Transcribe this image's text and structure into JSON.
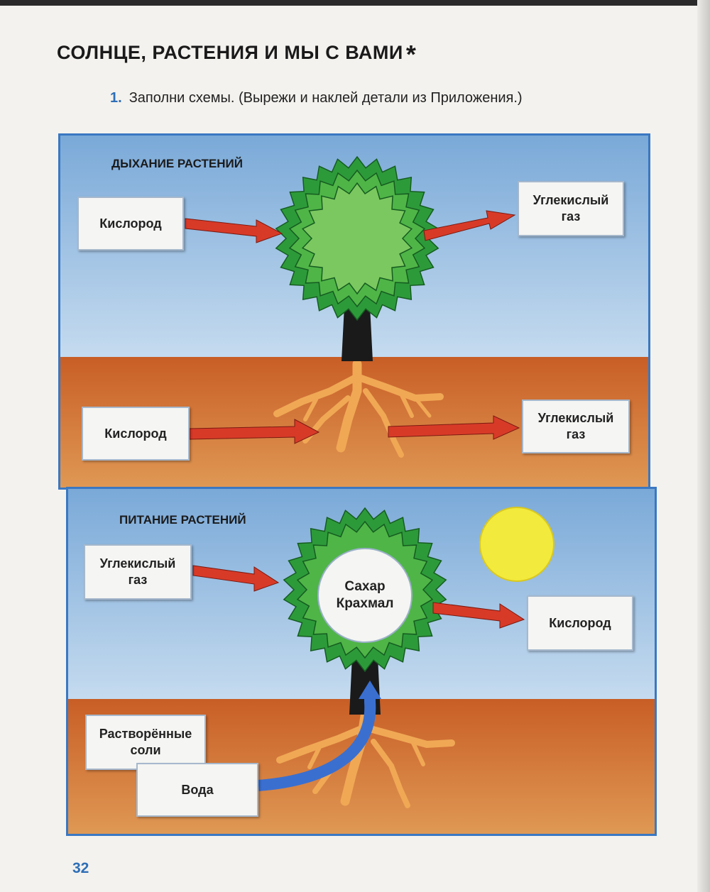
{
  "page": {
    "title": "СОЛНЦЕ, РАСТЕНИЯ И МЫ С ВАМИ",
    "title_mark": "*",
    "task_number": "1.",
    "task_text": "Заполни схемы. (Вырежи и наклей детали из Приложения.)",
    "page_number": "32"
  },
  "respiration": {
    "title": "ДЫХАНИЕ РАСТЕНИЙ",
    "crown_in": "Кислород",
    "crown_out": "Углекислый\nгаз",
    "root_in": "Кислород",
    "root_out": "Углекислый\nгаз"
  },
  "nutrition": {
    "title": "ПИТАНИЕ РАСТЕНИЙ",
    "crown_in": "Углекислый\nгаз",
    "center": "Сахар\nКрахмал",
    "crown_out": "Кислород",
    "salts": "Растворённые\nсоли",
    "water": "Вода"
  },
  "colors": {
    "sky": "#8fb5dc",
    "soil": "#cf6a2c",
    "panel_border": "#3a78c2",
    "leaf_dark": "#2d9a3a",
    "leaf_light": "#7cc860",
    "trunk": "#1a1a1a",
    "roots": "#f0a855",
    "arrow_red": "#d83a28",
    "arrow_blue": "#3a6fd0",
    "sun": "#f2ea3c"
  }
}
